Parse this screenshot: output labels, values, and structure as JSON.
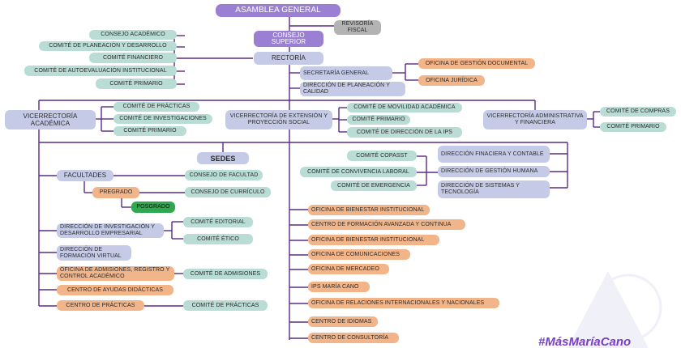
{
  "top": {
    "asamblea": "ASAMBLEA GENERAL",
    "revisoria": "REVISORÍA FISCAL",
    "consejo_superior": "CONSEJO SUPERIOR",
    "rectoria": "RECTORÍA"
  },
  "rectoria_committees": [
    "CONSEJO ACADÉMICO",
    "COMITÉ DE PLANEACIÓN Y DESARROLLO",
    "COMITÉ FINANCIERO",
    "COMITÉ DE AUTOEVALUACIÓN INSTITUCIONAL",
    "COMITÉ PRIMARIO"
  ],
  "secretaria": "SECRETARÍA GENERAL",
  "secretaria_offices": [
    "OFICINA DE GESTIÓN DOCUMENTAL",
    "OFICINA JURÍDICA"
  ],
  "planeacion": "DIRECCIÓN DE PLANEACIÓN Y CALIDAD",
  "vice_academica": {
    "title": "VICERRECTORÍA ACADÉMICA",
    "committees": [
      "COMITÉ DE PRÁCTICAS",
      "COMITÉ DE INVESTIGACIONES",
      "COMITÉ PRIMARIO"
    ]
  },
  "vice_extension": {
    "title": "VICERRECTORÍA DE EXTENSIÓN Y PROYECCIÓN SOCIAL",
    "committees": [
      "COMITÉ DE MOVILIDAD ACADÉMICA",
      "COMITÉ PRIMARIO",
      "COMITÉ DE DIRECCIÓN DE LA IPS"
    ]
  },
  "vice_admin": {
    "title": "VICERRECTORÍA ADMINISTRATIVA Y FINANCIERA",
    "committees": [
      "COMITÉ DE COMPRAS",
      "COMITÉ PRIMARIO"
    ]
  },
  "sedes": "SEDES",
  "facultades": "FACULTADES",
  "consejo_facultad": "CONSEJO DE FACULTAD",
  "pregrado": "PREGRADO",
  "posgrado": "POSGRADO",
  "consejo_curriculo": "CONSEJO DE CURRÍCULO",
  "dir_investigacion": "DIRECCIÓN DE INVESTIGACIÓN Y DESARROLLO EMPRESARIAL",
  "comite_editorial": "COMITÉ EDITORIAL",
  "comite_etico": "COMITÉ ÉTICO",
  "dir_formacion_virtual": "DIRECCIÓN DE FORMACIÓN VIRTUAL",
  "oficina_admisiones": "OFICINA DE ADMISIONES, REGISTRO Y CONTROL ACADÉMICO",
  "comite_admisiones": "COMITÉ DE ADMISIONES",
  "centro_ayudas": "CENTRO DE AYUDAS DIDÁCTICAS",
  "centro_practicas": "CENTRO DE PRÁCTICAS",
  "comite_practicas2": "COMITÉ DE PRÁCTICAS",
  "admin_committees": [
    "COMITÉ COPASST",
    "COMITÉ DE CONVIVENCIA LABORAL",
    "COMITÉ DE EMERGENCIA"
  ],
  "admin_directions": [
    "DIRECCIÓN FINACIERA Y CONTABLE",
    "DIRECCIÓN DE GESTIÓN HUMANA",
    "DIRECCIÓN DE SISTEMAS Y TECNOLOGÍA"
  ],
  "offices": [
    "OFICINA DE BIENESTAR INSTITUCIONAL",
    "CENTRO DE FORMACIÓN AVANZADA Y CONTINUA",
    "OFICINA DE BIENESTAR INSTITUCIONAL",
    "OFICINA DE COMUNICACIONES",
    "OFICINA DE MERCADEO",
    "IPS MARÍA CANO",
    "OFICINA DE RELACIONES INTERNACIONALES Y NACIONALES",
    "CENTRO DE IDIOMAS",
    "CENTRO DE CONSULTORÍA"
  ],
  "logo": "#MásMaríaCano",
  "colors": {
    "line": "#5a2a86",
    "teal": "#b9dcd5",
    "blue": "#c5cbe6",
    "purple": "#9b7fd3",
    "gray": "#b3b3b3",
    "orange": "#f2b58a",
    "green": "#2fa84f"
  }
}
